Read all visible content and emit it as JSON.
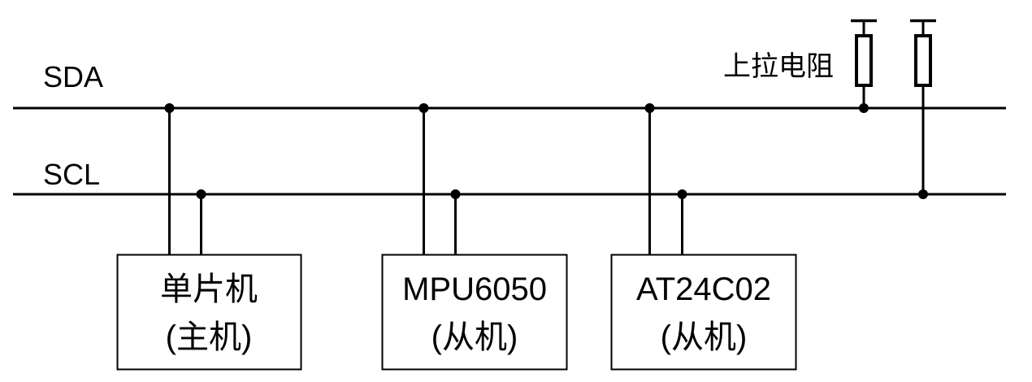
{
  "labels": {
    "sda": "SDA",
    "scl": "SCL",
    "pullup": "上拉电阻"
  },
  "devices": [
    {
      "name": "单片机",
      "role": "(主机)"
    },
    {
      "name": "MPU6050",
      "role": "(从机)"
    },
    {
      "name": "AT24C02",
      "role": "(从机)"
    }
  ],
  "colors": {
    "line": "#000000",
    "background": "#ffffff",
    "box_fill": "#ffffff"
  }
}
